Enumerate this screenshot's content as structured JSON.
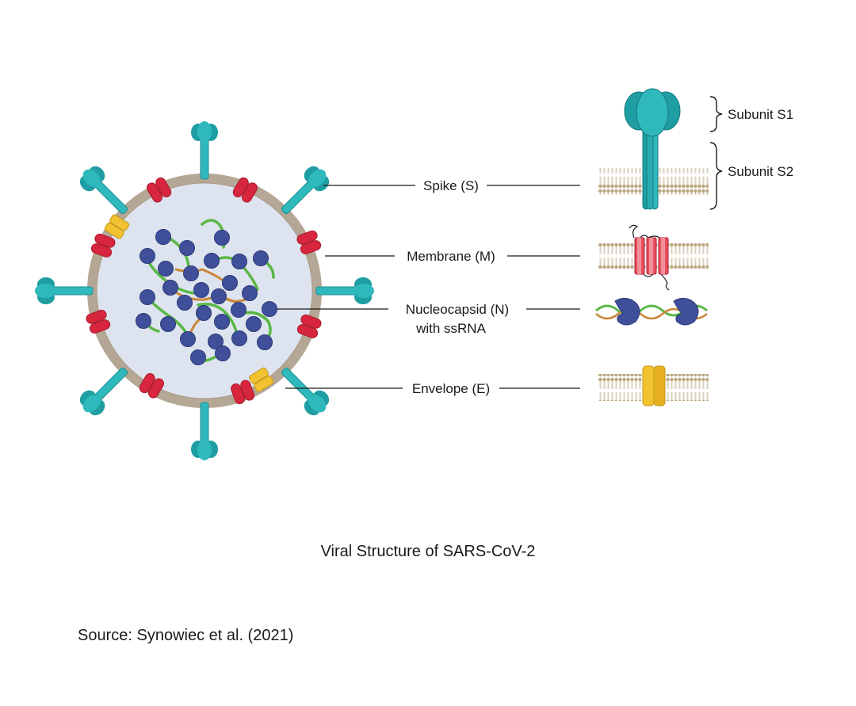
{
  "labels": {
    "spike": "Spike (S)",
    "membrane": "Membrane (M)",
    "nucleocapsid_line1": "Nucleocapsid (N)",
    "nucleocapsid_line2": "with ssRNA",
    "envelope": "Envelope (E)",
    "subunit_s1": "Subunit S1",
    "subunit_s2": "Subunit S2"
  },
  "title": "Viral Structure of SARS-CoV-2",
  "source": "Source: Synowiec et al. (2021)",
  "colors": {
    "spike_teal": "#2fb9bd",
    "spike_dark": "#1e8e92",
    "membrane_red": "#d7263d",
    "envelope_yellow": "#f2c230",
    "nucleocapsid_blue": "#3f4f9a",
    "rna_green": "#5ab845",
    "rna_orange": "#c9873a",
    "virion_fill": "#dde4ef",
    "virion_shell": "#b8a896",
    "lipid_head": "#b8a27a"
  }
}
